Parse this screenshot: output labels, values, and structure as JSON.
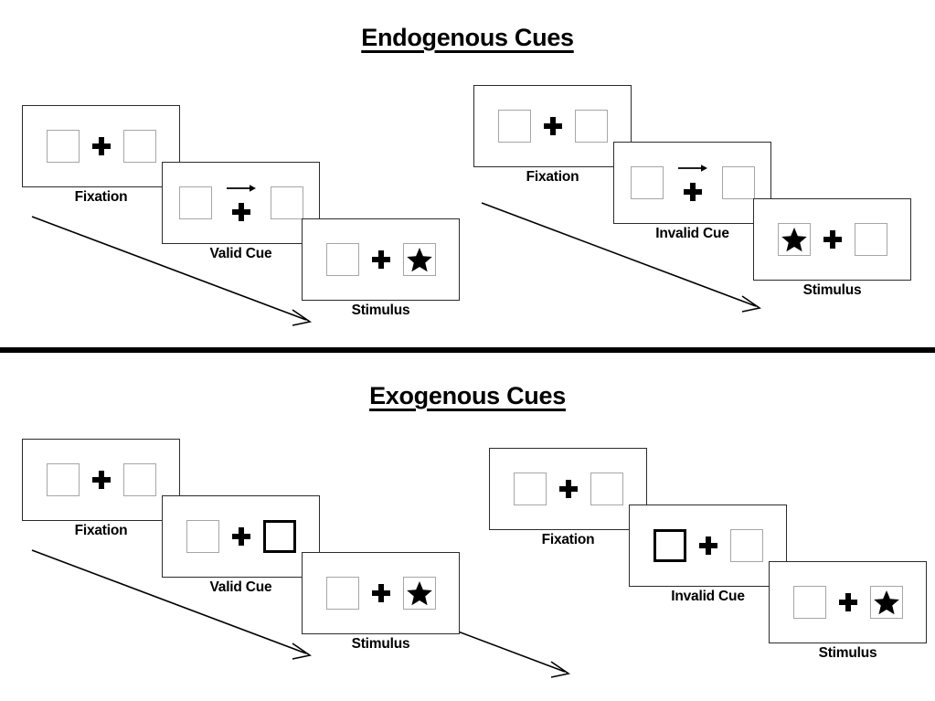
{
  "figure": {
    "type": "diagram",
    "description": "Posner spatial cueing paradigm: endogenous and exogenous cue trial sequences",
    "background_color": "#ffffff",
    "ink_color": "#000000",
    "box_border_color": "#a6a6a6",
    "cued_box_border_color": "#000000",
    "panel_border_color": "#2b2b2b"
  },
  "sections": [
    {
      "id": "endogenous",
      "title": "Endogenous Cues",
      "sequences": [
        {
          "id": "endogenous-valid",
          "steps": [
            {
              "label": "Fixation",
              "cue_type": "none",
              "left_box": "empty",
              "right_box": "empty",
              "center": "plus"
            },
            {
              "label": "Valid Cue",
              "cue_type": "arrow-right",
              "left_box": "empty",
              "right_box": "empty",
              "center": "arrow-plus"
            },
            {
              "label": "Stimulus",
              "cue_type": "none",
              "left_box": "empty",
              "right_box": "star",
              "center": "plus"
            }
          ]
        },
        {
          "id": "endogenous-invalid",
          "steps": [
            {
              "label": "Fixation",
              "cue_type": "none",
              "left_box": "empty",
              "right_box": "empty",
              "center": "plus"
            },
            {
              "label": "Invalid Cue",
              "cue_type": "arrow-right",
              "left_box": "empty",
              "right_box": "empty",
              "center": "arrow-plus"
            },
            {
              "label": "Stimulus",
              "cue_type": "none",
              "left_box": "star",
              "right_box": "empty",
              "center": "plus"
            }
          ]
        }
      ]
    },
    {
      "id": "exogenous",
      "title": "Exogenous Cues",
      "sequences": [
        {
          "id": "exogenous-valid",
          "steps": [
            {
              "label": "Fixation",
              "cue_type": "none",
              "left_box": "empty",
              "right_box": "empty",
              "center": "plus"
            },
            {
              "label": "Valid Cue",
              "cue_type": "box-flash-right",
              "left_box": "empty",
              "right_box": "cued",
              "center": "plus"
            },
            {
              "label": "Stimulus",
              "cue_type": "none",
              "left_box": "empty",
              "right_box": "star",
              "center": "plus"
            }
          ]
        },
        {
          "id": "exogenous-invalid",
          "steps": [
            {
              "label": "Fixation",
              "cue_type": "none",
              "left_box": "empty",
              "right_box": "empty",
              "center": "plus"
            },
            {
              "label": "Invalid Cue",
              "cue_type": "box-flash-left",
              "left_box": "cued",
              "right_box": "empty",
              "center": "plus"
            },
            {
              "label": "Stimulus",
              "cue_type": "none",
              "left_box": "empty",
              "right_box": "star",
              "center": "plus"
            }
          ]
        }
      ]
    }
  ]
}
